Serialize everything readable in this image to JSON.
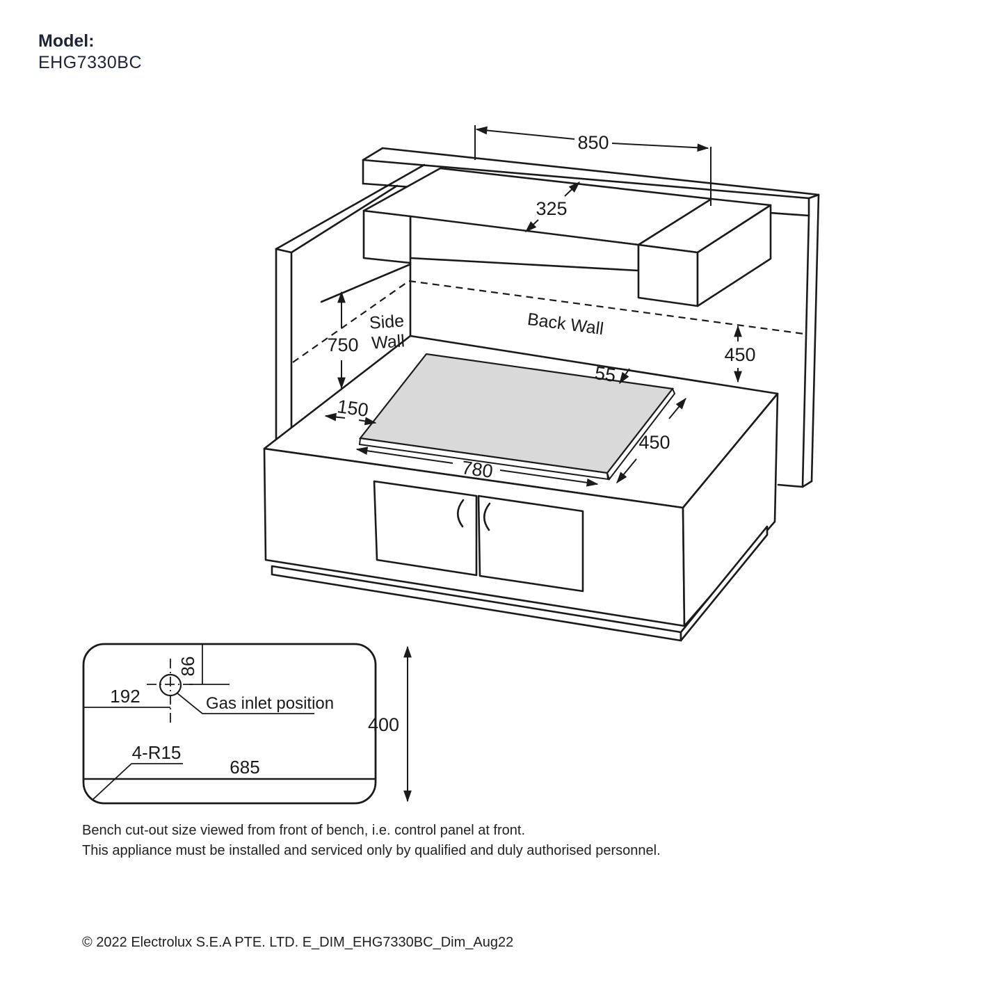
{
  "header": {
    "model_label": "Model:",
    "model_number": "EHG7330BC"
  },
  "isometric": {
    "labels": {
      "side_wall_line1": "Side",
      "side_wall_line2": "Wall",
      "back_wall": "Back Wall"
    },
    "dimensions": {
      "hood_width": "850",
      "hood_depth": "325",
      "clearance_side": "750",
      "clearance_back": "450",
      "hob_to_back_wall": "55",
      "hob_to_side_wall": "150",
      "hob_depth": "450",
      "hob_width": "780"
    }
  },
  "cutout": {
    "dimensions": {
      "gas_inlet_offset_top": "86",
      "gas_inlet_offset_left": "192",
      "corner_radius": "4-R15",
      "cutout_width": "685",
      "cutout_depth": "400"
    },
    "labels": {
      "gas_inlet": "Gas inlet position"
    }
  },
  "notes": {
    "line1": "Bench cut-out size viewed from front of bench, i.e. control panel at front.",
    "line2": "This appliance must be installed and serviced only by qualified and duly authorised personnel."
  },
  "footer": {
    "copyright": "© 2022 Electrolux S.E.A PTE. LTD. E_DIM_EHG7330BC_Dim_Aug22"
  },
  "colors": {
    "ink": "#1a1a1a",
    "title": "#1e2436",
    "hob_fill": "#d9d9d9"
  }
}
